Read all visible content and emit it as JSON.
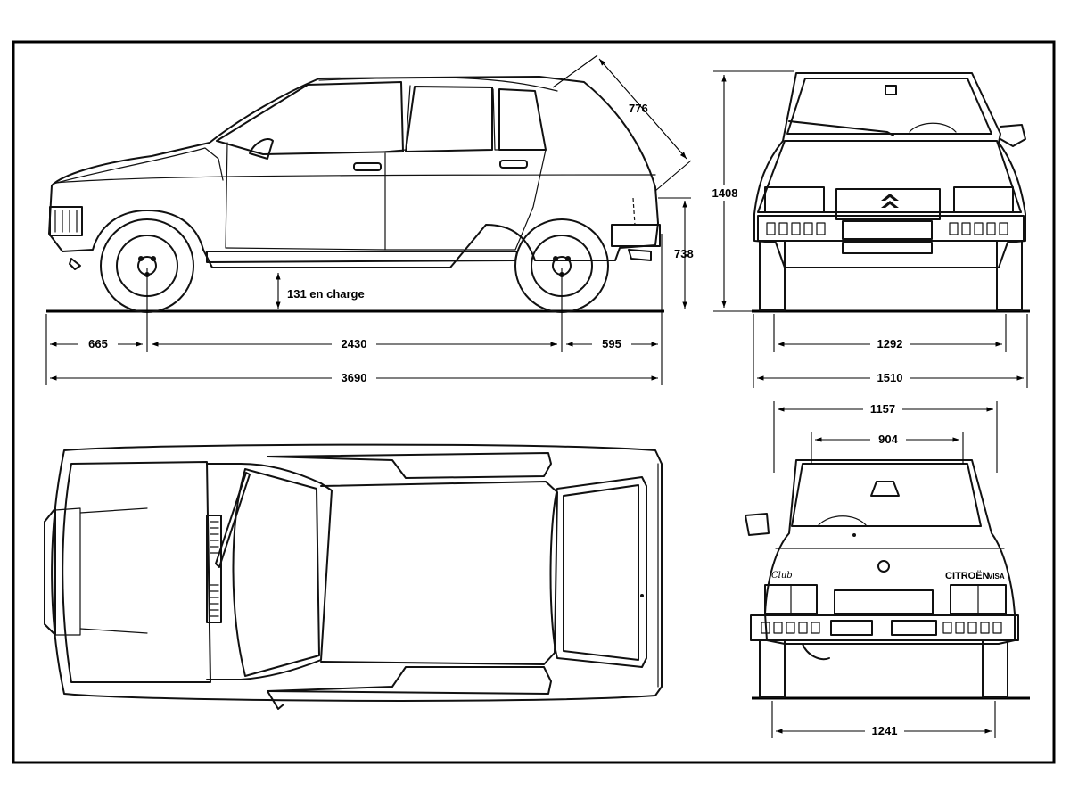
{
  "dimensions": {
    "front_overhang": "665",
    "wheelbase": "2430",
    "rear_overhang": "595",
    "overall_length": "3690",
    "ground_clearance": "131 en charge",
    "sill_height": "738",
    "tailgate_opening": "776",
    "overall_height": "1408",
    "front_track": "1292",
    "overall_width": "1510",
    "rear_opening_outer_width": "1157",
    "rear_opening_inner_width": "904",
    "rear_track": "1241"
  },
  "badges": {
    "trim": "Club",
    "brand": "CITROËN",
    "model": "VISA"
  },
  "colors": {
    "line": "#111111",
    "background": "#ffffff"
  }
}
